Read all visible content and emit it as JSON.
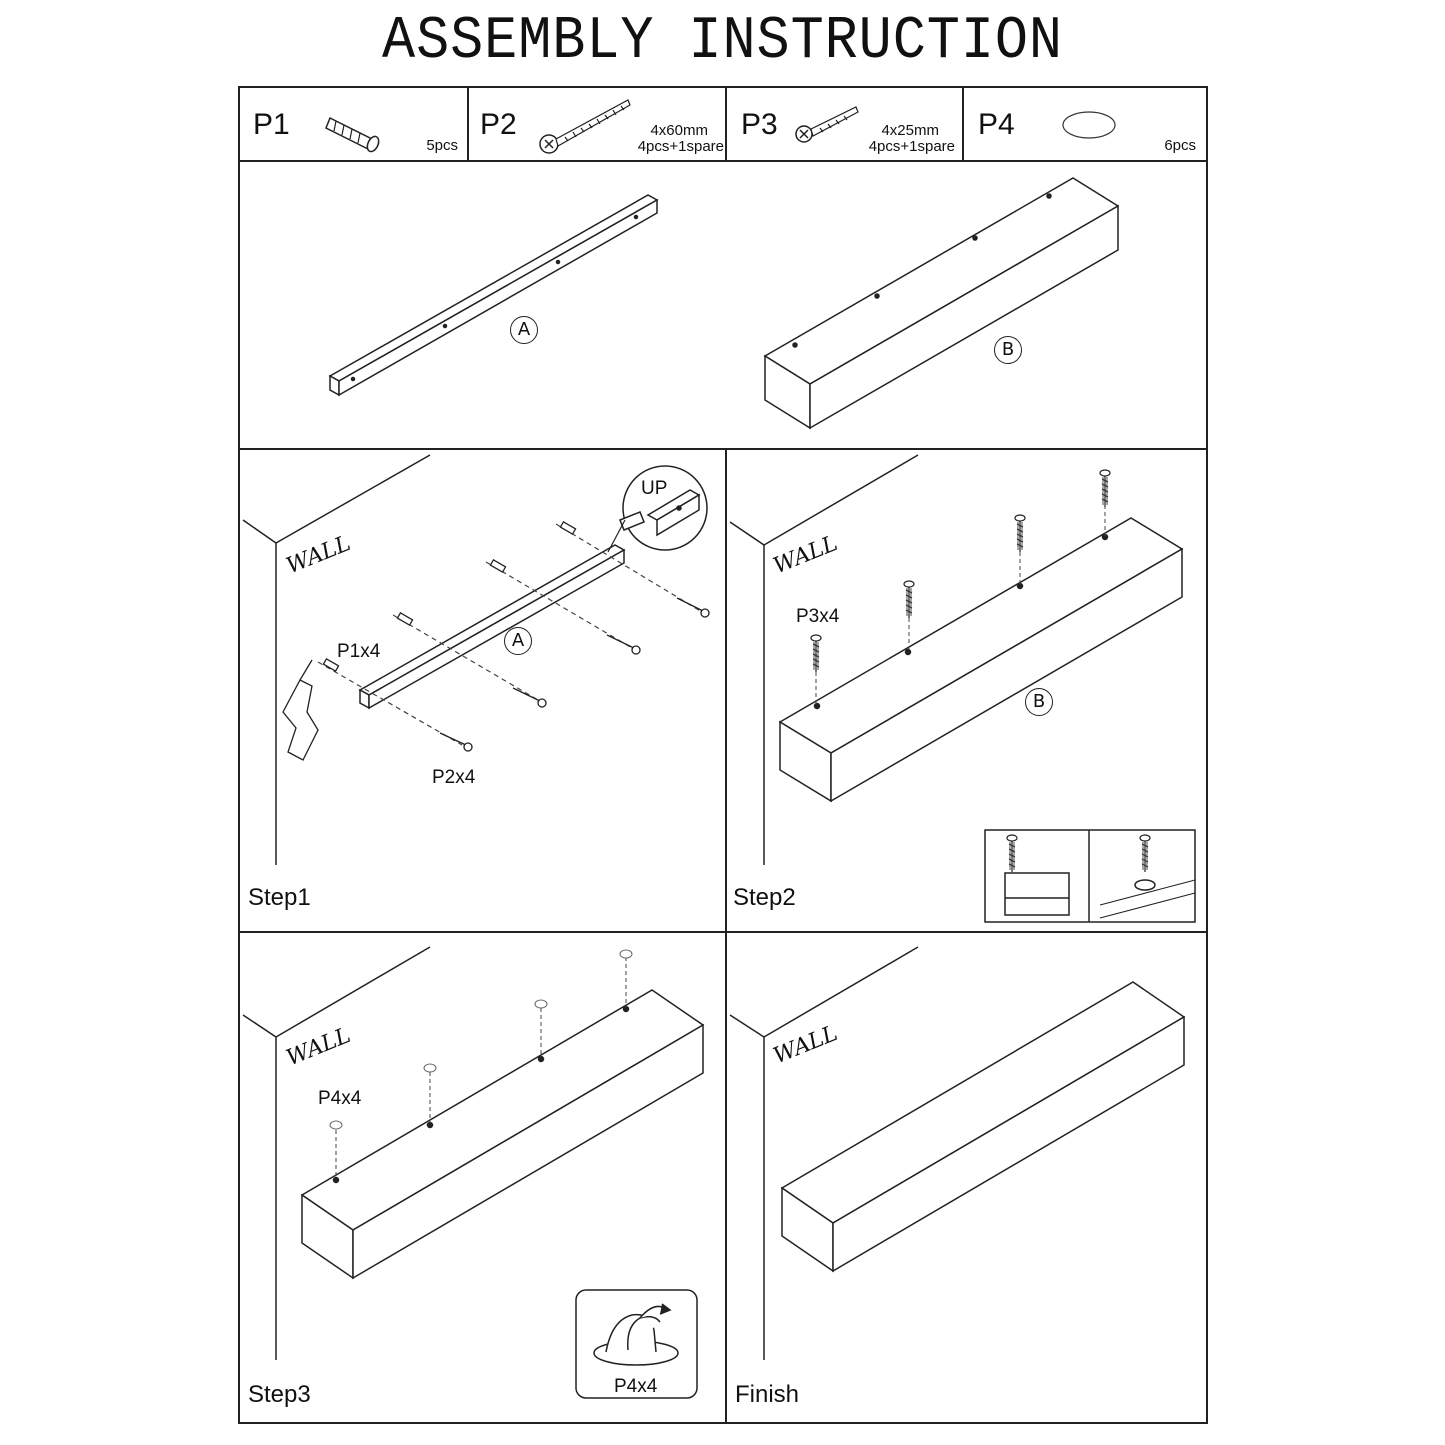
{
  "title": "ASSEMBLY INSTRUCTION",
  "parts": [
    {
      "id": "P1",
      "size": "",
      "qty": "5pcs",
      "icon": "wall-anchor-icon"
    },
    {
      "id": "P2",
      "size": "4x60mm",
      "qty": "4pcs+1spare",
      "icon": "long-screw-icon"
    },
    {
      "id": "P3",
      "size": "4x25mm",
      "qty": "4pcs+1spare",
      "icon": "short-screw-icon"
    },
    {
      "id": "P4",
      "size": "",
      "qty": "6pcs",
      "icon": "cover-cap-icon"
    }
  ],
  "components": {
    "a": "A",
    "b": "B"
  },
  "wall_label": "WALL",
  "step1": {
    "label": "Step1",
    "up": "UP",
    "anchors": "P1x4",
    "screws": "P2x4",
    "part": "A"
  },
  "step2": {
    "label": "Step2",
    "screws": "P3x4",
    "part": "B"
  },
  "step3": {
    "label": "Step3",
    "caps": "P4x4",
    "inset": "P4x4"
  },
  "finish": {
    "label": "Finish"
  }
}
